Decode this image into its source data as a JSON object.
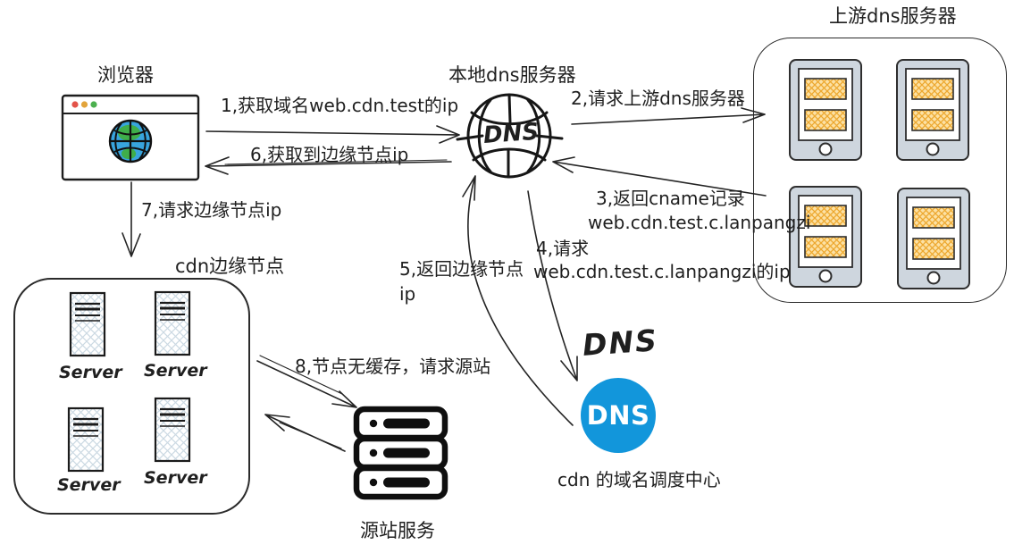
{
  "nodes": {
    "browser": {
      "title": "浏览器"
    },
    "local_dns": {
      "title": "本地dns服务器",
      "globe_text": "DNS"
    },
    "upstream_dns": {
      "title": "上游dns服务器"
    },
    "edge": {
      "title": "cdn边缘节点",
      "servers": [
        "Server",
        "Server",
        "Server",
        "Server"
      ]
    },
    "origin": {
      "title": "源站服务"
    },
    "scheduler": {
      "title": "cdn 的域名调度中心",
      "handwritten_text": "DNS",
      "badge_text": "DNS"
    }
  },
  "arrows": [
    {
      "label": "1,获取域名web.cdn.test的ip"
    },
    {
      "label": "2,请求上游dns服务器"
    },
    {
      "label": "3,返回cname记录",
      "label2": "web.cdn.test.c.lanpangzi"
    },
    {
      "label": "4,请求",
      "label2": "web.cdn.test.c.lanpangzi的ip"
    },
    {
      "label": "5,返回边缘节点",
      "label2": "ip"
    },
    {
      "label": "6,获取到边缘节点ip"
    },
    {
      "label": "7,请求边缘节点ip"
    },
    {
      "label": "8,节点无缓存，请求源站"
    }
  ],
  "colors": {
    "ink": "#1f1f1f",
    "scheduler_blue": "#1296db",
    "tablet_fill": "#ced6de",
    "hatch_orange": "#eda82f",
    "hatch_orange_bg": "#fce1a4",
    "hatch_blue": "#ccd9e3",
    "browser_dot_red": "#e35349",
    "browser_dot_yellow": "#e2a43b",
    "browser_dot_green": "#4cb04f",
    "globe_blue": "#38a4dd",
    "globe_green": "#3fae4a"
  }
}
